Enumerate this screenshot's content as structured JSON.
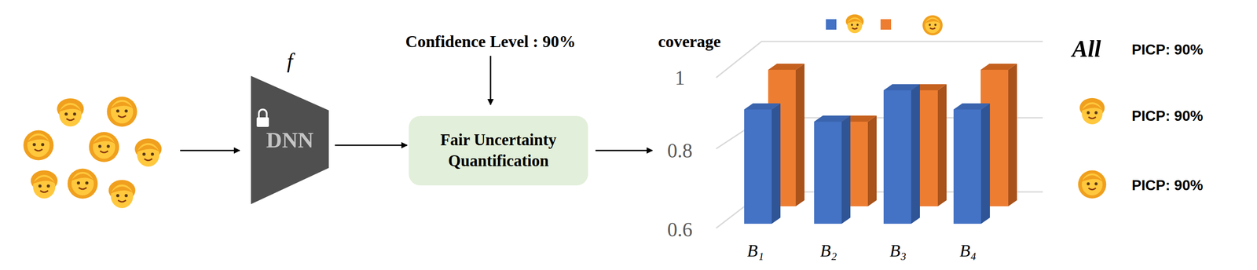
{
  "diagram": {
    "nodes": [
      {
        "text": [
          "f",
          "DNN"
        ]
      },
      {
        "text": [
          "Fair Uncertainty Quantification"
        ]
      }
    ],
    "edges": [
      {
        "from": 0,
        "to": 1,
        "arrow": "to"
      }
    ],
    "labels": [
      "Confidence Level : 90%",
      "coverage",
      "1",
      "0.8",
      "0.6",
      "B₁",
      "B₂",
      "B₃",
      "B₄",
      "All",
      "PICP: 90%",
      "PICP: 90%",
      "PICP: 90%"
    ]
  }
}
